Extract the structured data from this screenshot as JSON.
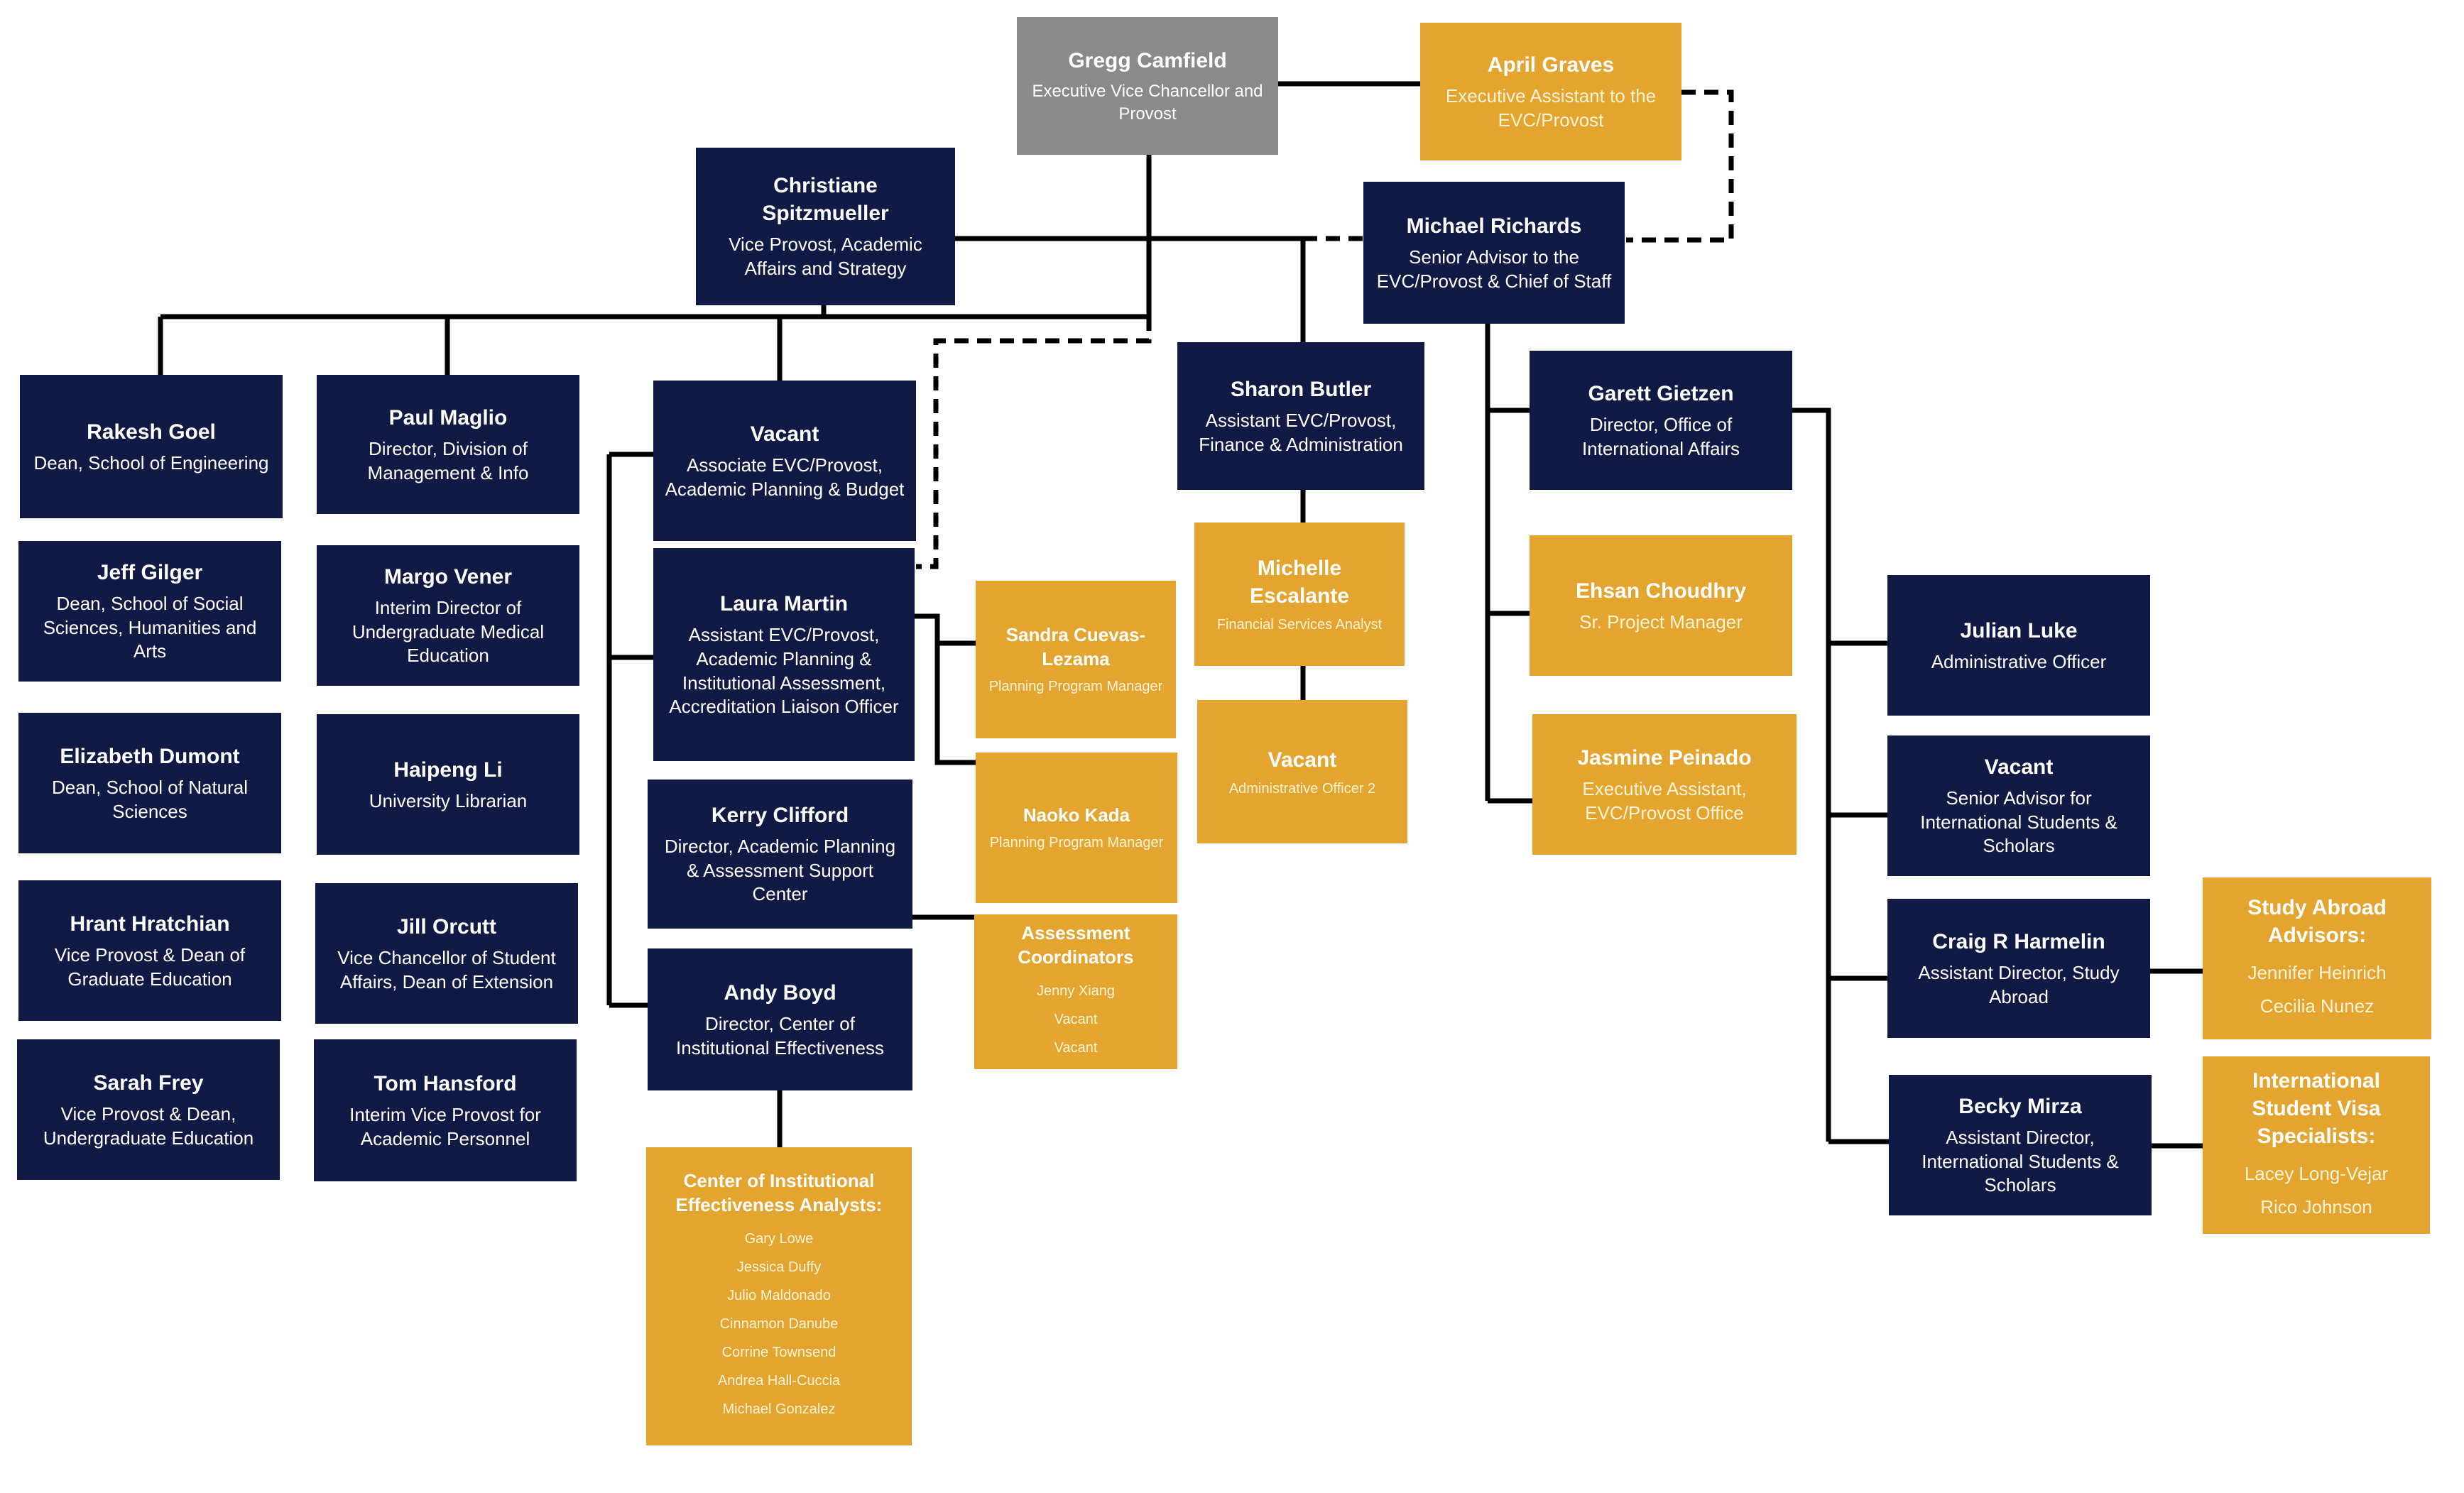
{
  "colors": {
    "navy": "#101a45",
    "gold": "#e3a52f",
    "grey": "#8a8a8a",
    "line": "#000000"
  },
  "top": {
    "name": "Gregg Camfield",
    "title": "Executive Vice Chancellor and Provost"
  },
  "april": {
    "name": "April Graves",
    "title": "Executive Assistant to the EVC/Provost"
  },
  "christiane": {
    "name": "Christiane Spitzmueller",
    "title": "Vice Provost, Academic Affairs and Strategy"
  },
  "michael": {
    "name": "Michael Richards",
    "title": "Senior Advisor to the EVC/Provost & Chief of Staff"
  },
  "deans_left": [
    {
      "name": "Rakesh Goel",
      "title": "Dean, School of Engineering"
    },
    {
      "name": "Jeff Gilger",
      "title": "Dean, School of Social Sciences, Humanities and Arts"
    },
    {
      "name": "Elizabeth Dumont",
      "title": "Dean, School of Natural Sciences"
    },
    {
      "name": "Hrant Hratchian",
      "title": "Vice Provost & Dean of Graduate Education"
    },
    {
      "name": "Sarah Frey",
      "title": "Vice Provost & Dean, Undergraduate Education"
    }
  ],
  "deans_right": [
    {
      "name": "Paul Maglio",
      "title": "Director, Division of Management & Info"
    },
    {
      "name": "Margo Vener",
      "title": "Interim Director of Undergraduate Medical Education"
    },
    {
      "name": "Haipeng Li",
      "title": "University Librarian"
    },
    {
      "name": "Jill Orcutt",
      "title": "Vice Chancellor of Student Affairs, Dean of Extension"
    },
    {
      "name": "Tom Hansford",
      "title": "Interim Vice Provost for Academic Personnel"
    }
  ],
  "academic": [
    {
      "name": "Vacant",
      "title": "Associate EVC/Provost, Academic Planning & Budget"
    },
    {
      "name": "Laura Martin",
      "title": "Assistant EVC/Provost, Academic Planning & Institutional Assessment, Accreditation Liaison Officer"
    },
    {
      "name": "Kerry Clifford",
      "title": "Director, Academic Planning & Assessment Support Center"
    },
    {
      "name": "Andy Boyd",
      "title": "Director, Center of Institutional Effectiveness"
    }
  ],
  "sandra": {
    "name": "Sandra Cuevas-Lezama",
    "title": "Planning Program Manager"
  },
  "naoko": {
    "name": "Naoko Kada",
    "title": "Planning Program Manager"
  },
  "assessment": {
    "name": "Assessment Coordinators",
    "items": [
      "Jenny Xiang",
      "Vacant",
      "Vacant"
    ]
  },
  "cie": {
    "name": "Center of Institutional Effectiveness Analysts:",
    "items": [
      "Gary Lowe",
      "Jessica Duffy",
      "Julio Maldonado",
      "Cinnamon Danube",
      "Corrine Townsend",
      "Andrea Hall-Cuccia",
      "Michael Gonzalez"
    ]
  },
  "sharon": {
    "name": "Sharon Butler",
    "title": "Assistant EVC/Provost, Finance & Administration"
  },
  "michelle": {
    "name": "Michelle Escalante",
    "title": "Financial Services Analyst"
  },
  "vacant_admin": {
    "name": "Vacant",
    "title": "Administrative Officer 2"
  },
  "garett": {
    "name": "Garett Gietzen",
    "title": "Director, Office of International Affairs"
  },
  "ehsan": {
    "name": "Ehsan Choudhry",
    "title": "Sr. Project Manager"
  },
  "jasmine": {
    "name": "Jasmine Peinado",
    "title": "Executive Assistant, EVC/Provost Office"
  },
  "intl": [
    {
      "name": "Julian Luke",
      "title": "Administrative Officer"
    },
    {
      "name": "Vacant",
      "title": "Senior Advisor for International Students & Scholars"
    },
    {
      "name": "Craig R Harmelin",
      "title": "Assistant Director, Study Abroad"
    },
    {
      "name": "Becky Mirza",
      "title": "Assistant Director, International Students & Scholars"
    }
  ],
  "study_abroad": {
    "name": "Study Abroad Advisors:",
    "items": [
      "Jennifer Heinrich",
      "Cecilia Nunez"
    ]
  },
  "visa": {
    "name": "International Student Visa Specialists:",
    "items": [
      "Lacey Long-Vejar",
      "Rico Johnson"
    ]
  }
}
